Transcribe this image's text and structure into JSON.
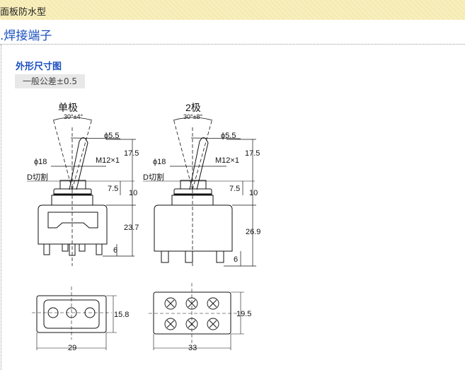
{
  "header": {
    "category": "面板防水型"
  },
  "section": {
    "title": ".焊接端子"
  },
  "subsection": {
    "title": "外形尺寸图",
    "tolerance": "一般公差±0.5"
  },
  "drawing": {
    "single": {
      "title": "单极",
      "angle": "30°±4°",
      "lever_dia": "ϕ5.5",
      "bushing_dia": "ϕ18",
      "thread": "M12×1",
      "d_cut": "D切割",
      "d1": "17.5",
      "d2": "7.5",
      "d3": "10",
      "d4": "23.7",
      "d5": "6",
      "width": "29",
      "depth": "15.8"
    },
    "double": {
      "title": "2极",
      "angle": "30°±8°",
      "lever_dia": "ϕ5.5",
      "bushing_dia": "ϕ18",
      "thread": "M12×1",
      "d_cut": "D切割",
      "d1": "17.5",
      "d2": "7.5",
      "d3": "10",
      "d4": "26.9",
      "d5": "6",
      "width": "33",
      "depth": "19.5"
    }
  }
}
